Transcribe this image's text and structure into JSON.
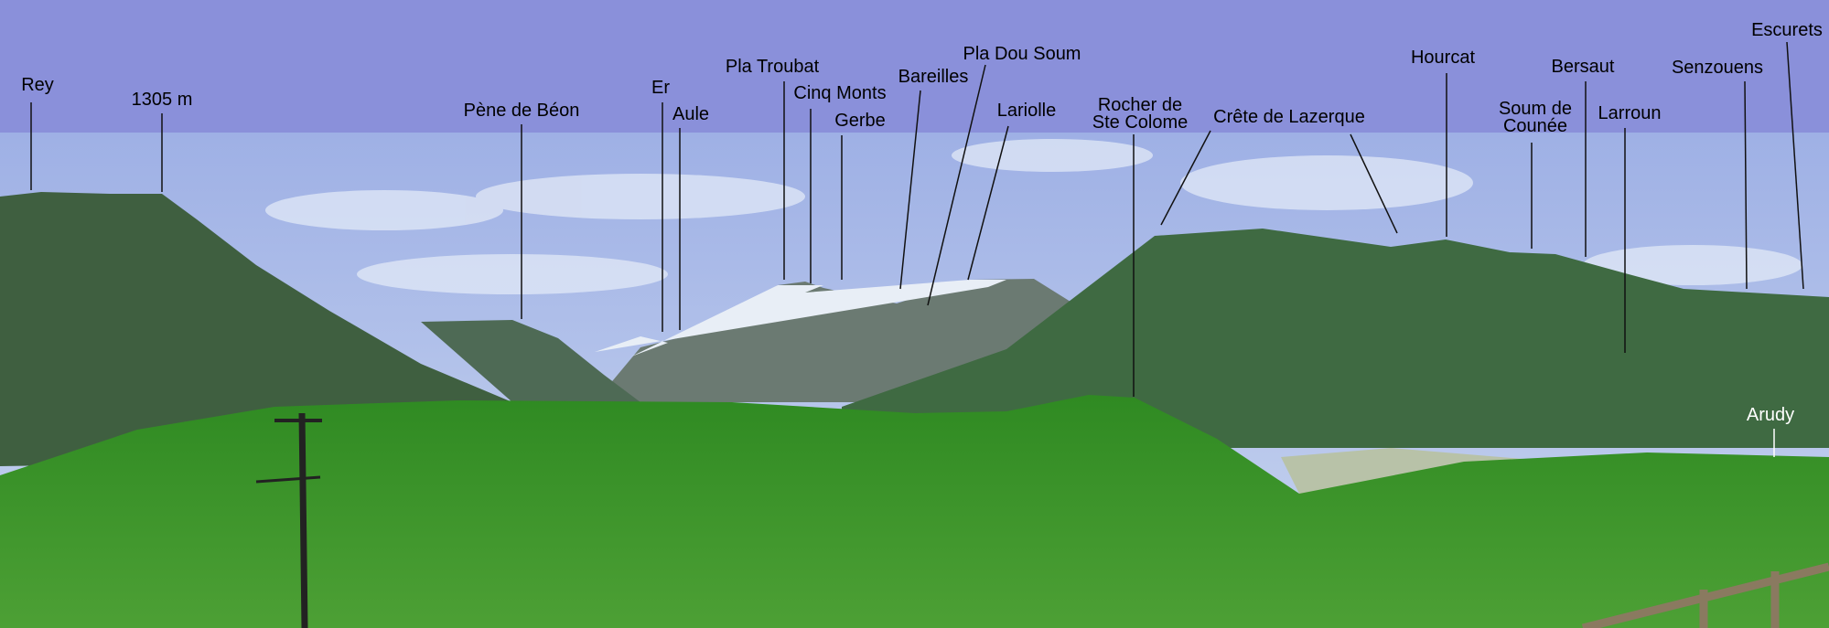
{
  "colors": {
    "band": "#8a90da",
    "sky": "#9fb4e6",
    "forest_dark": "#3d6a3c",
    "forest_bright": "#3f9a2a"
  },
  "labels": {
    "rey": "Rey",
    "p1305": "1305 m",
    "pene_de_beon": "Pène de Béon",
    "er": "Er",
    "aule": "Aule",
    "pla_troubat": "Pla Troubat",
    "cinq_monts": "Cinq Monts",
    "gerbe": "Gerbe",
    "bareilles": "Bareilles",
    "pla_dou_soum": "Pla Dou Soum",
    "lariolle": "Lariolle",
    "rocher_line1": "Rocher de",
    "rocher_line2": "Ste Colome",
    "crete_de_lazerque": "Crête de Lazerque",
    "hourcat": "Hourcat",
    "soum_line1": "Soum de",
    "soum_line2": "Counée",
    "bersaut": "Bersaut",
    "larroun": "Larroun",
    "senzouens": "Senzouens",
    "escurets": "Escurets",
    "arudy": "Arudy"
  }
}
